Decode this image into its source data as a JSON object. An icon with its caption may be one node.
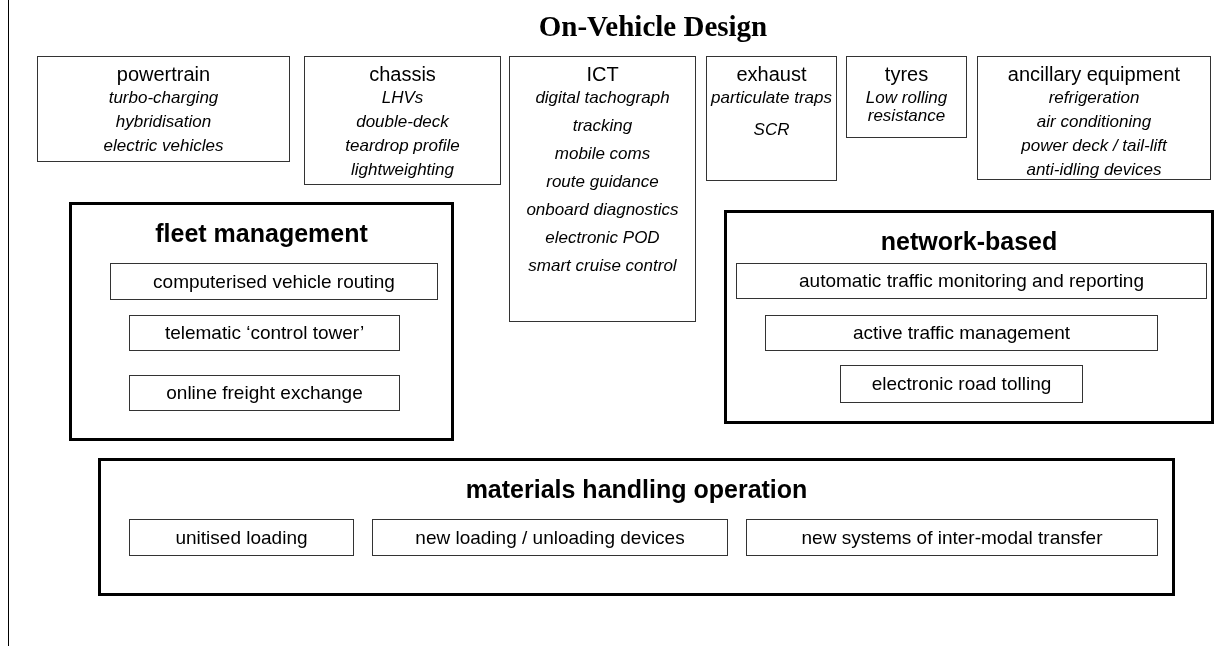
{
  "diagram": {
    "title": "On-Vehicle Design",
    "nodes": [
      {
        "text": [
          "powertrain",
          "turbo-charging",
          "hybridisation",
          "electric vehicles"
        ]
      },
      {
        "text": [
          "chassis",
          "LHVs",
          "double-deck",
          "teardrop profile",
          "lightweighting"
        ]
      },
      {
        "text": [
          "ICT",
          "digital tachograph",
          "tracking",
          "mobile coms",
          "route guidance",
          "onboard diagnostics",
          "electronic POD",
          "smart cruise control"
        ]
      },
      {
        "text": [
          "exhaust",
          "particulate traps",
          "SCR"
        ]
      },
      {
        "text": [
          "tyres",
          "Low rolling resistance"
        ]
      },
      {
        "text": [
          "ancillary equipment",
          "refrigeration",
          "air conditioning",
          "power deck / tail-lift",
          "anti-idling devices"
        ]
      },
      {
        "text": [
          "fleet management"
        ]
      },
      {
        "text": [
          "computerised vehicle routing"
        ],
        "in": 6
      },
      {
        "text": [
          "telematic ‘control tower’"
        ],
        "in": 6
      },
      {
        "text": [
          "online freight exchange"
        ],
        "in": 6
      },
      {
        "text": [
          "network-based"
        ]
      },
      {
        "text": [
          "automatic traffic monitoring and reporting"
        ],
        "in": 10
      },
      {
        "text": [
          "active traffic management"
        ],
        "in": 10
      },
      {
        "text": [
          "electronic road tolling"
        ],
        "in": 10
      },
      {
        "text": [
          "materials handling operation"
        ]
      },
      {
        "text": [
          "unitised loading"
        ],
        "in": 14
      },
      {
        "text": [
          "new loading / unloading devices"
        ],
        "in": 14
      },
      {
        "text": [
          "new systems of inter-modal transfer"
        ],
        "in": 14
      }
    ]
  }
}
